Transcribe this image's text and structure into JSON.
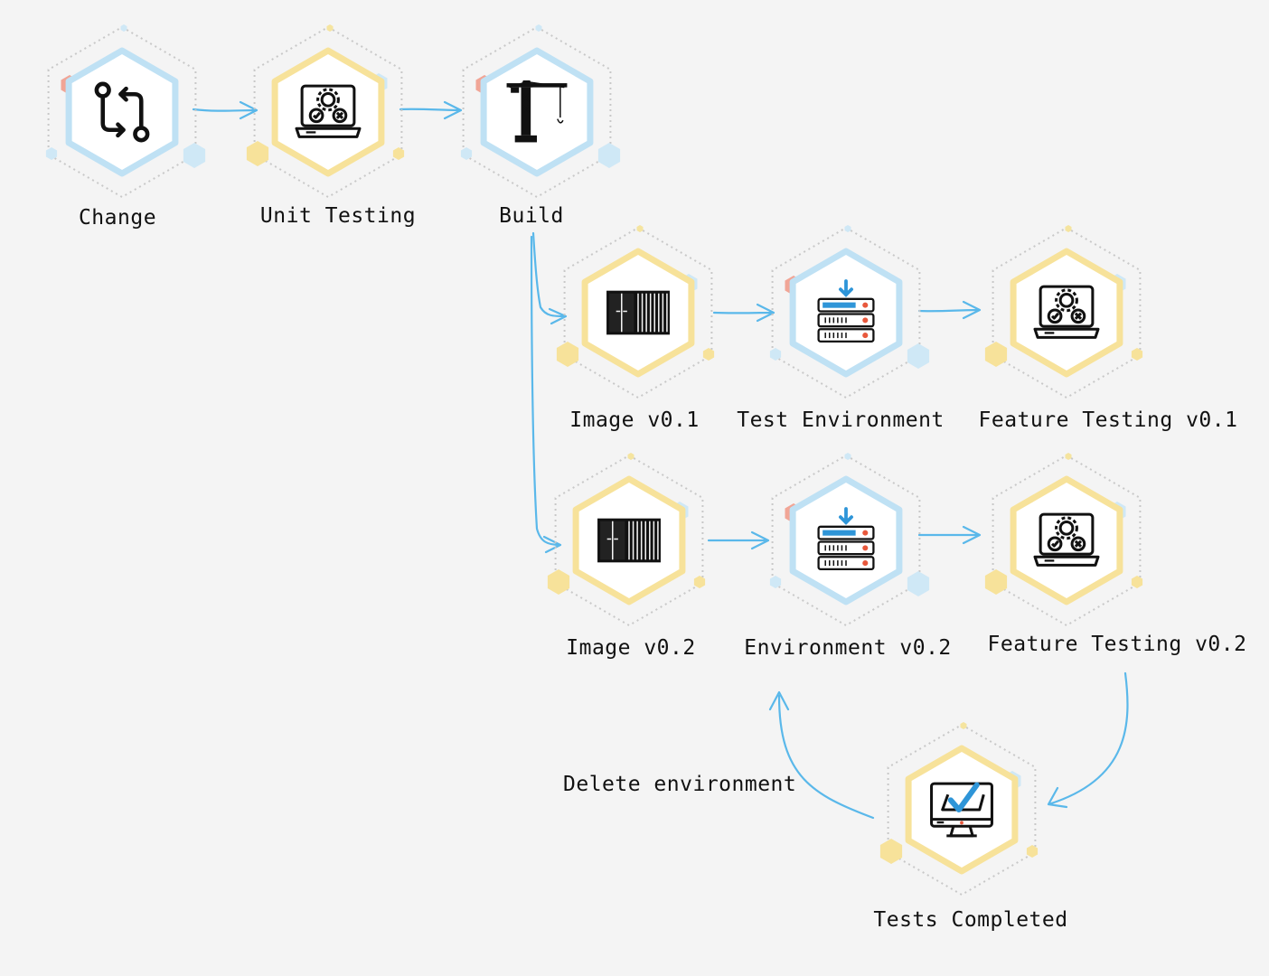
{
  "diagram": {
    "nodes": [
      {
        "id": "change",
        "label": "Change",
        "icon": "git-pull-request-icon",
        "theme": "blue"
      },
      {
        "id": "unit-testing",
        "label": "Unit Testing",
        "icon": "laptop-test-icon",
        "theme": "yellow"
      },
      {
        "id": "build",
        "label": "Build",
        "icon": "crane-icon",
        "theme": "blue"
      },
      {
        "id": "image-v01",
        "label": "Image v0.1",
        "icon": "container-icon",
        "theme": "yellow"
      },
      {
        "id": "test-environment",
        "label": "Test Environment",
        "icon": "server-icon",
        "theme": "blue"
      },
      {
        "id": "feature-testing-v01",
        "label": "Feature Testing v0.1",
        "icon": "laptop-test-icon",
        "theme": "yellow"
      },
      {
        "id": "image-v02",
        "label": "Image v0.2",
        "icon": "container-icon",
        "theme": "yellow"
      },
      {
        "id": "environment-v02",
        "label": "Environment v0.2",
        "icon": "server-icon",
        "theme": "blue"
      },
      {
        "id": "feature-testing-v02",
        "label": "Feature Testing v0.2",
        "icon": "laptop-test-icon",
        "theme": "yellow"
      },
      {
        "id": "tests-completed",
        "label": "Tests Completed",
        "icon": "monitor-check-icon",
        "theme": "yellow"
      }
    ],
    "edges": [
      {
        "from": "change",
        "to": "unit-testing"
      },
      {
        "from": "unit-testing",
        "to": "build"
      },
      {
        "from": "build",
        "to": "image-v01"
      },
      {
        "from": "build",
        "to": "image-v02"
      },
      {
        "from": "image-v01",
        "to": "test-environment"
      },
      {
        "from": "test-environment",
        "to": "feature-testing-v01"
      },
      {
        "from": "image-v02",
        "to": "environment-v02"
      },
      {
        "from": "environment-v02",
        "to": "feature-testing-v02"
      },
      {
        "from": "feature-testing-v02",
        "to": "tests-completed"
      },
      {
        "from": "tests-completed",
        "to": "environment-v02",
        "label": "Delete environment"
      }
    ],
    "colors": {
      "blue": "#bfe1f4",
      "blue_light": "#cfe8f6",
      "yellow": "#f7e29a",
      "yellow_light": "#f5e49f",
      "red": "#f1a596",
      "arrow": "#5ab8ea",
      "background": "#f4f4f4"
    }
  }
}
